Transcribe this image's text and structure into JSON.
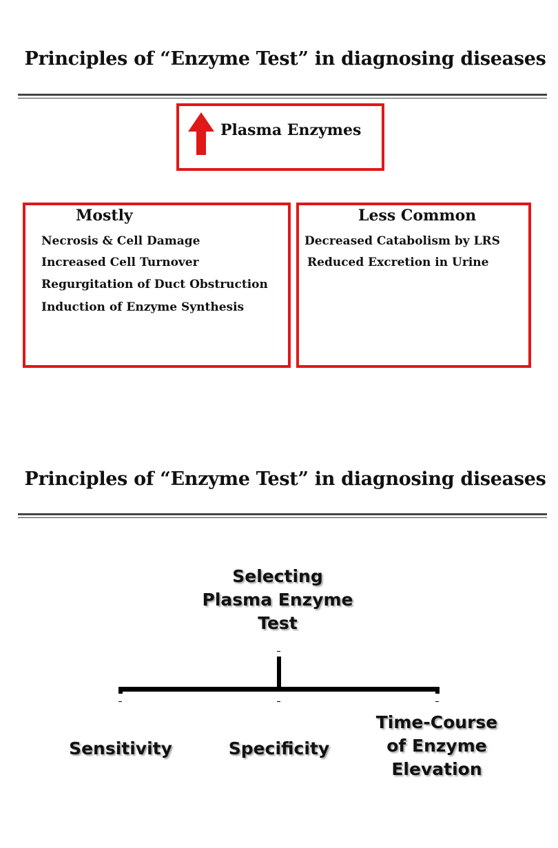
{
  "slide1": {
    "title": "Principles of  “Enzyme Test” in diagnosing diseases",
    "center": {
      "label": "Plasma Enzymes",
      "arrow_icon": "up-arrow-icon",
      "arrow_color": "#e01818"
    },
    "mostly": {
      "heading": "Mostly",
      "items": [
        "Necrosis & Cell Damage",
        "Increased Cell Turnover",
        "Regurgitation of Duct Obstruction",
        "Induction of Enzyme Synthesis"
      ]
    },
    "less_common": {
      "heading": "Less Common",
      "items": [
        "Decreased Catabolism by LRS",
        "Reduced Excretion in Urine"
      ]
    },
    "box_color": "#e01818"
  },
  "slide2": {
    "title": "Principles of  “Enzyme Test” in diagnosing diseases",
    "root": {
      "lines": [
        "Selecting",
        "Plasma Enzyme",
        "Test"
      ]
    },
    "leaves": [
      {
        "lines": [
          "Sensitivity"
        ]
      },
      {
        "lines": [
          "Specificity"
        ]
      },
      {
        "lines": [
          "Time-Course",
          "of Enzyme",
          "Elevation"
        ]
      }
    ]
  }
}
